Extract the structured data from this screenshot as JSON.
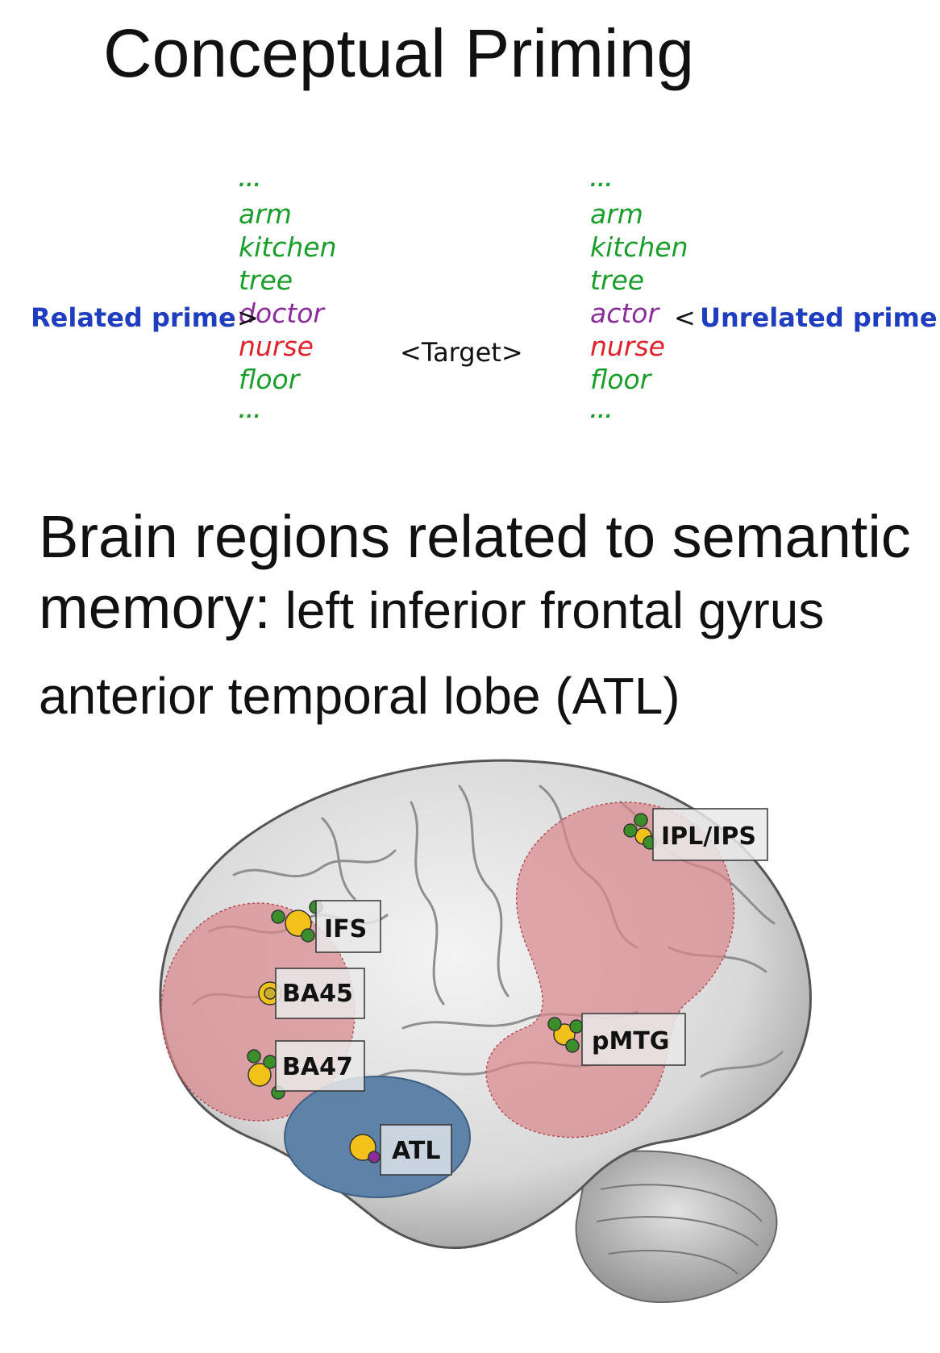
{
  "title": "Conceptual Priming",
  "priming": {
    "ellipsis": "...",
    "related_label": "Related prime",
    "unrelated_label": "Unrelated prime",
    "gt": ">",
    "lt": "<",
    "target": "<Target>",
    "left_list": [
      "arm",
      "kitchen",
      "tree",
      "doctor",
      "nurse",
      "floor"
    ],
    "right_list": [
      "arm",
      "kitchen",
      "tree",
      "actor",
      "nurse",
      "floor"
    ]
  },
  "subtitle": {
    "line1": "Brain regions related to semantic",
    "line2a": "memory:",
    "line2b": " left inferior frontal gyrus",
    "line3": "anterior temporal lobe (ATL)"
  },
  "brain": {
    "regions": [
      "IFS",
      "BA45",
      "BA47",
      "ATL",
      "IPL/IPS",
      "pMTG"
    ]
  },
  "colors": {
    "word_green": "#1a9e2a",
    "word_red": "#e0202a",
    "word_purple": "#8a2c9a",
    "label_blue": "#1f3dbf",
    "region_red": "#d9868a",
    "atl_blue": "#5f82a8"
  }
}
